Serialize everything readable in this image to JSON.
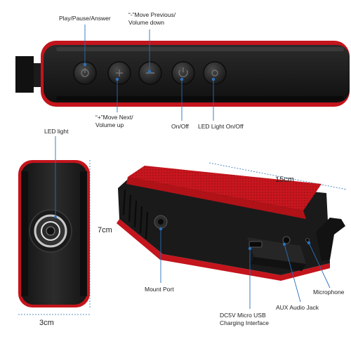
{
  "labels": {
    "play_pause": "Play/Pause/Answer",
    "move_prev_1": "“-”Move Previous/",
    "move_prev_2": "Volume down",
    "move_next_1": "“+”Move Next/",
    "move_next_2": "Volume up",
    "on_off": "On/Off",
    "led_on_off": "LED Light On/Off",
    "led_light": "LED light",
    "mount_port": "Mount Port",
    "dc5v_1": "DC5V Micro USB",
    "dc5v_2": "Charging Interface",
    "aux_jack": "AUX Audio Jack",
    "microphone": "Microphone"
  },
  "dimensions": {
    "length": "15cm",
    "height": "7cm",
    "width": "3cm"
  },
  "colors": {
    "red": "#c4141c",
    "body": "#1c1c1c",
    "callout": "#2a6fb8"
  }
}
